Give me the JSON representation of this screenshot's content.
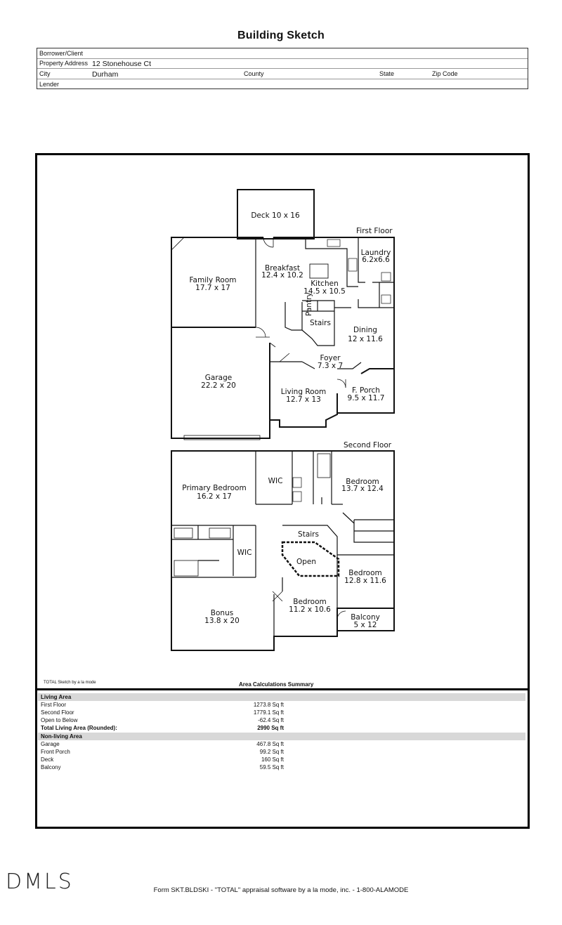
{
  "title": "Building Sketch",
  "header": {
    "borrower_label": "Borrower/Client",
    "address_label": "Property Address",
    "address_value": "12 Stonehouse Ct",
    "city_label": "City",
    "city_value": "Durham",
    "county_label": "County",
    "state_label": "State",
    "zip_label": "Zip Code",
    "lender_label": "Lender"
  },
  "sketch": {
    "first_floor_label": "First Floor",
    "second_floor_label": "Second Floor",
    "rooms": {
      "deck": "Deck 10 x 16",
      "laundry": "Laundry",
      "laundry_dims": "6.2x6.6",
      "breakfast": "Breakfast",
      "breakfast_dims": "12.4 x 10.2",
      "family_room": "Family Room",
      "family_room_dims": "17.7 x 17",
      "kitchen": "Kitchen",
      "kitchen_dims": "14.5 x 10.5",
      "pantry": "Pantry",
      "stairs_1": "Stairs",
      "dining": "Dining",
      "dining_dims": "12 x 11.6",
      "foyer": "Foyer",
      "foyer_dims": "7.3 x 7",
      "garage": "Garage",
      "garage_dims": "22.2 x 20",
      "living_room": "Living Room",
      "living_room_dims": "12.7 x 13",
      "f_porch": "F. Porch",
      "f_porch_dims": "9.5 x 11.7",
      "primary_bedroom": "Primary Bedroom",
      "primary_bedroom_dims": "16.2 x 17",
      "wic_1": "WIC",
      "bedroom_a": "Bedroom",
      "bedroom_a_dims": "13.7 x 12.4",
      "stairs_2": "Stairs",
      "wic_2": "WIC",
      "open": "Open",
      "bedroom_b": "Bedroom",
      "bedroom_b_dims": "12.8 x 11.6",
      "bedroom_c": "Bedroom",
      "bedroom_c_dims": "11.2 x 10.6",
      "bonus": "Bonus",
      "bonus_dims": "13.8 x 20",
      "balcony": "Balcony",
      "balcony_dims": "5 x 12"
    }
  },
  "sketch_credit": "TOTAL Sketch by a la mode",
  "calc_title": "Area Calculations Summary",
  "living_area": {
    "heading": "Living Area",
    "rows": [
      {
        "label": "First Floor",
        "value": "1273.8 Sq ft"
      },
      {
        "label": "Second Floor",
        "value": "1779.1 Sq ft"
      },
      {
        "label": "Open to Below",
        "value": "-62.4 Sq ft"
      }
    ],
    "total_label": "Total Living Area (Rounded):",
    "total_value": "2990 Sq ft"
  },
  "nonliving_area": {
    "heading": "Non-living Area",
    "rows": [
      {
        "label": "Garage",
        "value": "467.8 Sq ft"
      },
      {
        "label": "Front Porch",
        "value": "99.2 Sq ft"
      },
      {
        "label": "Deck",
        "value": "160 Sq ft"
      },
      {
        "label": "Balcony",
        "value": "59.5 Sq ft"
      }
    ]
  },
  "logo_text": "DMLS",
  "footer": "Form SKT.BLDSKI - \"TOTAL\" appraisal software by a la mode, inc. - 1-800-ALAMODE"
}
